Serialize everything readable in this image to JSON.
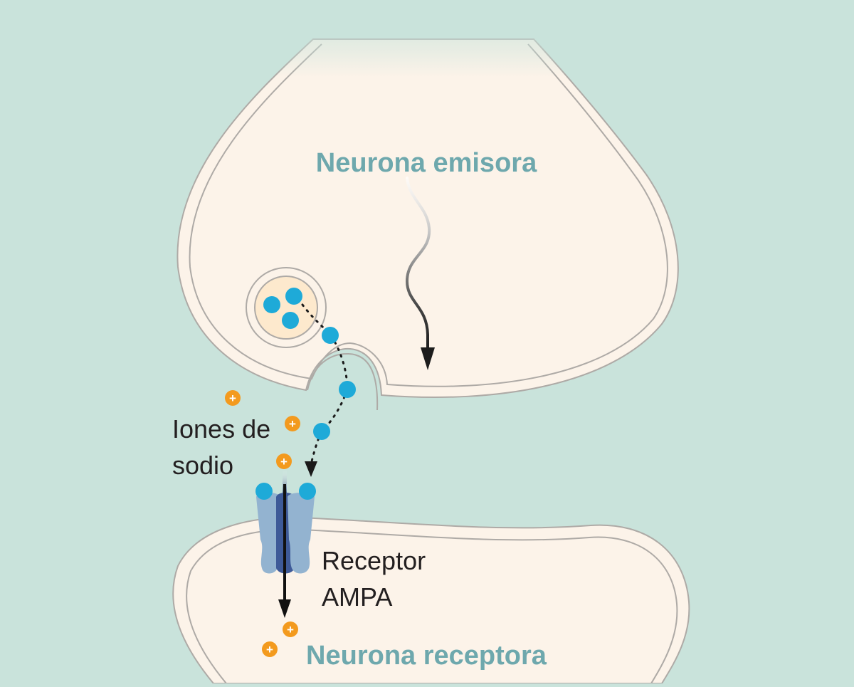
{
  "labels": {
    "sender": "Neurona emisora",
    "sodium_line1": "Iones de",
    "sodium_line2": "sodio",
    "receptor_line1": "Receptor",
    "receptor_line2": "AMPA",
    "receiver": "Neurona receptora",
    "plus": "+"
  },
  "colors": {
    "background": "#c9e3db",
    "cell": "#fcf3e9",
    "membrane": "#aeaaa6",
    "neurotransmitter": "#1eaad8",
    "sodium_ion": "#f39a1e",
    "receptor_light": "#93b3d0",
    "receptor_dark": "#3e5a98",
    "label_teal": "#6ea8ad",
    "label_dark": "#231f20"
  },
  "icons": {
    "neurotransmitter": "blue-circle",
    "sodium_ion": "orange-circle-plus",
    "signal_arrow": "wavy-arrow-down",
    "release_path": "dotted-arrow"
  }
}
